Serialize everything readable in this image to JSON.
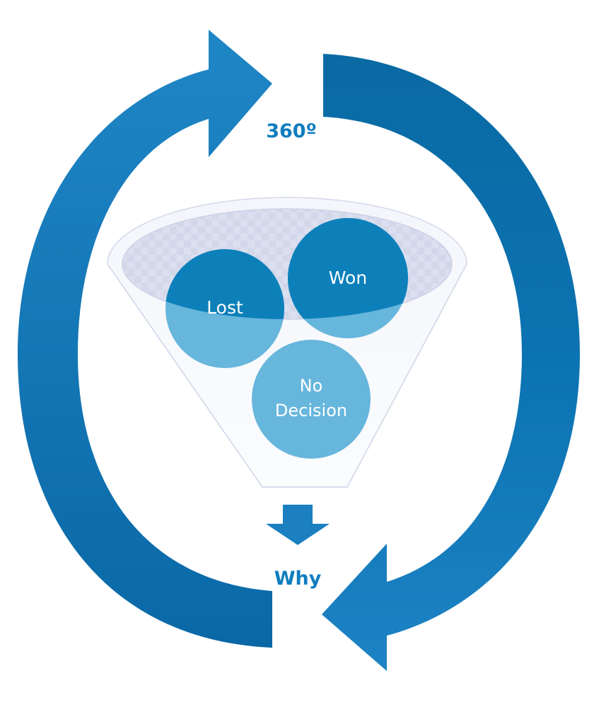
{
  "diagram": {
    "top_label": "360º",
    "bottom_label": "Why",
    "circles": {
      "lost": "Lost",
      "won": "Won",
      "no_decision_line1": "No",
      "no_decision_line2": "Decision"
    }
  },
  "colors": {
    "arrow_light": "#1b7fc0",
    "arrow_dark": "#08609a",
    "circle_dark": "#0d80ba",
    "circle_light": "#67b6dc",
    "label_blue": "#0f7dbf",
    "funnel_rim": "#dfe3f3"
  }
}
